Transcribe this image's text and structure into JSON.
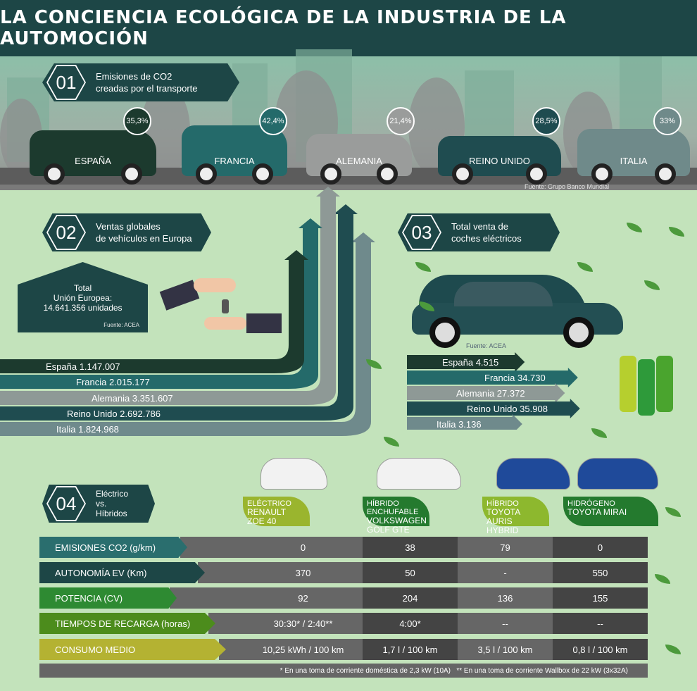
{
  "title": "LA CONCIENCIA ECOLÓGICA DE LA INDUSTRIA DE LA AUTOMOCIÓN",
  "section1": {
    "number": "01",
    "line1": "Emisiones de CO2",
    "line2": "creadas por el transporte",
    "source": "Fuente: Grupo Banco Mundial",
    "cars": [
      {
        "country": "ESPAÑA",
        "value": "35,3%",
        "color": "#1c3a2e"
      },
      {
        "country": "FRANCIA",
        "value": "42,4%",
        "color": "#246a6a"
      },
      {
        "country": "ALEMANIA",
        "value": "21,4%",
        "color": "#9a9c9b"
      },
      {
        "country": "REINO UNIDO",
        "value": "28,5%",
        "color": "#1f4c50"
      },
      {
        "country": "ITALIA",
        "value": "33%",
        "color": "#6f8a8a"
      }
    ]
  },
  "section2": {
    "number": "02",
    "line1": "Ventas globales",
    "line2": "de vehículos en Europa",
    "total_l1": "Total",
    "total_l2": "Unión Europea:",
    "total_l3": "14.641.356 unidades",
    "source": "Fuente: ACEA",
    "bars": [
      {
        "label": "España 1.147.007",
        "value": 1147007,
        "color": "#1c3a2e"
      },
      {
        "label": "Francia 2.015.177",
        "value": 2015177,
        "color": "#246a6a"
      },
      {
        "label": "Alemania 3.351.607",
        "value": 3351607,
        "color": "#8e9996"
      },
      {
        "label": "Reino Unido 2.692.786",
        "value": 2692786,
        "color": "#1f4c50"
      },
      {
        "label": "Italia 1.824.968",
        "value": 1824968,
        "color": "#6f8a8c"
      }
    ]
  },
  "section3": {
    "number": "03",
    "line1": "Total venta de",
    "line2": "coches eléctricos",
    "source": "Fuente: ACEA",
    "bars": [
      {
        "label": "España 4.515",
        "value": 4515,
        "color": "#1c3a2e"
      },
      {
        "label": "Francia 34.730",
        "value": 34730,
        "color": "#246a6a"
      },
      {
        "label": "Alemania 27.372",
        "value": 27372,
        "color": "#8e9996"
      },
      {
        "label": "Reino Unido 35.908",
        "value": 35908,
        "color": "#1f4c50"
      },
      {
        "label": "Italia 3.136",
        "value": 3136,
        "color": "#6f8a8c"
      }
    ]
  },
  "section4": {
    "number": "04",
    "line1": "Eléctrico",
    "line2": "vs.",
    "line3": "Híbridos",
    "models": [
      {
        "type": "ELÉCTRICO",
        "name1": "RENAULT",
        "name2": "ZOE 40",
        "color": "#9ab52e"
      },
      {
        "type": "HÍBRIDO ENCHUFABLE",
        "name1": "VOLKSWAGEN",
        "name2": "GOLF GTE",
        "color": "#247a2e"
      },
      {
        "type": "HÍBRIDO",
        "name1": "TOYOTA",
        "name2": "AURIS HYBRID",
        "color": "#8db82e"
      },
      {
        "type": "HIDRÓGENO",
        "name1": "TOYOTA MIRAI",
        "name2": "",
        "color": "#247a2e"
      }
    ],
    "rows": [
      {
        "label": "EMISIONES CO2 (g/km)",
        "color": "#2a6e6e",
        "values": [
          "0",
          "38",
          "79",
          "0"
        ]
      },
      {
        "label": "AUTONOMÍA EV (Km)",
        "color": "#1d4646",
        "values": [
          "370",
          "50",
          "-",
          "550"
        ]
      },
      {
        "label": "POTENCIA (CV)",
        "color": "#2e8a32",
        "values": [
          "92",
          "204",
          "136",
          "155"
        ]
      },
      {
        "label": "TIEMPOS DE RECARGA (horas)",
        "color": "#4c8c1c",
        "values": [
          "30:30* / 2:40**",
          "4:00*",
          "--",
          "--"
        ]
      },
      {
        "label": "CONSUMO MEDIO",
        "color": "#b4b232",
        "values": [
          "10,25 kWh / 100 km",
          "1,7 l / 100 km",
          "3,5 l / 100 km",
          "0,8 l / 100 km"
        ]
      }
    ],
    "footnote": "* En una toma de corriente doméstica de 2,3 kW (10A)   ** En una toma de corriente Wallbox de 22 kW (3x32A)"
  }
}
